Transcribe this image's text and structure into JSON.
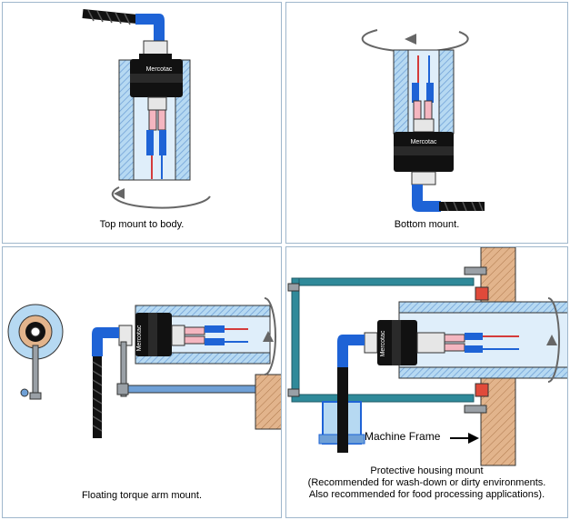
{
  "panels": {
    "top_mount": {
      "caption": "Top mount to body.",
      "logo": "Mercotac"
    },
    "bottom_mount": {
      "caption": "Bottom mount.",
      "logo": "Mercotac"
    },
    "floating": {
      "caption": "Floating torque arm mount.",
      "logo": "Mercotac"
    },
    "protective": {
      "caption_lines": [
        "Protective housing mount",
        "(Recommended for wash-down or dirty environments.",
        "Also recommended for food processing applications)."
      ],
      "machine_frame_label": "Machine Frame",
      "logo": "Mercotac"
    }
  },
  "colors": {
    "housing_blue": "#b6d9f2",
    "hatch_blue": "#6fa0d6",
    "connector_black": "#111111",
    "wire_blue": "#1e63d6",
    "wire_red": "#d43b3b",
    "terminal_pink": "#f4b6c0",
    "frame_teal": "#2f8a9a",
    "wood": "#e2b48c",
    "seal_red": "#e04a3a"
  }
}
